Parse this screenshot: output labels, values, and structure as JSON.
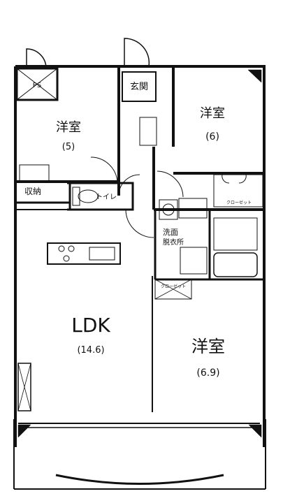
{
  "rooms": {
    "bedroom_5": {
      "name": "洋室",
      "size": "(5)"
    },
    "bedroom_6": {
      "name": "洋室",
      "size": "(6)"
    },
    "bedroom_69": {
      "name": "洋室",
      "size": "(6.9)"
    },
    "ldk": {
      "name": "LDK",
      "size": "(14.6)"
    }
  },
  "labels": {
    "ps": "PS",
    "entrance": "玄関",
    "storage": "収納",
    "toilet": "トイレ",
    "washroom_line1": "洗面",
    "washroom_line2": "脱衣所",
    "closet_top": "クローゼット",
    "closet_mid": "クローゼット"
  }
}
